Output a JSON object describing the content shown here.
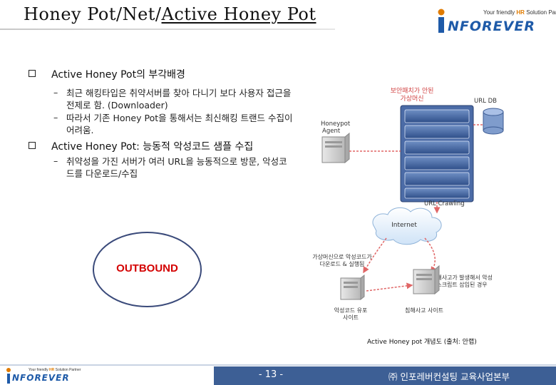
{
  "slide": {
    "title_prefix": "Honey Pot/Net/",
    "title_underlined": "Active Honey Pot"
  },
  "logo": {
    "tagline_prefix": "Your friendly ",
    "tagline_accent": "HR",
    "tagline_suffix": " Solution Partner",
    "wordmark": "NFOREVER"
  },
  "bullets": [
    {
      "heading": "Active Honey Pot의 부각배경",
      "subs": [
        "최근 해킹타입은 취약서버를 찾아 다니기 보다 사용자 접근을 전제로 함. (Downloader)",
        "따라서 기존 Honey Pot을 통해서는 최신해킹 트랜드 수집이 어려움."
      ]
    },
    {
      "heading": "Active Honey Pot: 능동적 악성코드 샘플 수집",
      "subs": [
        "취약성을 가진 서버가 여러 URL을 능동적으로 방문, 악성코드를 다운로드/수집"
      ]
    }
  ],
  "outbound": "OUTBOUND",
  "diagram": {
    "security_vm": "보안패치가 안된\n가상머신",
    "url_db": "URL DB",
    "honeypot_agent": "Honeypot\nAgent",
    "url_crawling": "URL Crawling",
    "internet": "Internet",
    "vm_download": "가상머신으로 악성코드가\n다운로드 & 실행됨",
    "intrusion_note": "침해사고가 발생해서 악성\n스크립트 삽입된 경우",
    "malware_site": "악성코드 유포\n사이트",
    "intrusion_site": "침해사고 사이트",
    "caption": "Active Honey pot 개념도 (출처: 안랩)"
  },
  "footer": {
    "page": "- 13 -",
    "company": "㈜ 인포레버컨설팅 교육사업본부"
  },
  "colors": {
    "title_text": "#111111",
    "logo_blue": "#1e5aa8",
    "logo_orange": "#e07b00",
    "footer_bar": "#3d5f95",
    "outbound_red": "#d40000"
  }
}
